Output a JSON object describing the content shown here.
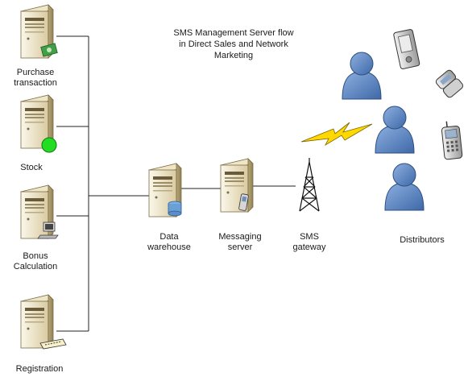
{
  "title": "SMS Management Server flow\nin Direct Sales and Network\nMarketing",
  "nodes": {
    "purchase": "Purchase\ntransaction",
    "stock": "Stock",
    "bonus": "Bonus\nCalculation",
    "registration": "Registration",
    "warehouse": "Data\nwarehouse",
    "messaging": "Messaging\nserver",
    "gateway": "SMS\ngateway",
    "distributors": "Distributors"
  },
  "colors": {
    "server_light": "#f2ecd9",
    "server_dark": "#c8b98f",
    "person": "#5b86c4",
    "lightning": "#ffd800",
    "stock_dot": "#22dd22"
  }
}
